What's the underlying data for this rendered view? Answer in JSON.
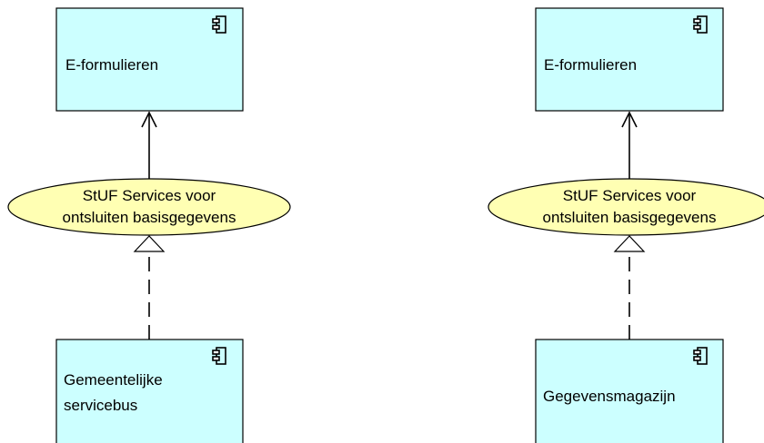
{
  "colors": {
    "component_fill": "#CCFFFF",
    "service_fill": "#FFFFB3",
    "stroke": "#000000"
  },
  "left": {
    "top_component": {
      "label": "E-formulieren",
      "icon": "component-icon"
    },
    "service": {
      "line1": "StUF Services voor",
      "line2": "ontsluiten basisgegevens"
    },
    "bottom_component": {
      "line1": "Gemeentelijke",
      "line2": "servicebus",
      "icon": "component-icon"
    }
  },
  "right": {
    "top_component": {
      "label": "E-formulieren",
      "icon": "component-icon"
    },
    "service": {
      "line1": "StUF Services voor",
      "line2": "ontsluiten basisgegevens"
    },
    "bottom_component": {
      "label": "Gegevensmagazijn",
      "icon": "component-icon"
    }
  }
}
